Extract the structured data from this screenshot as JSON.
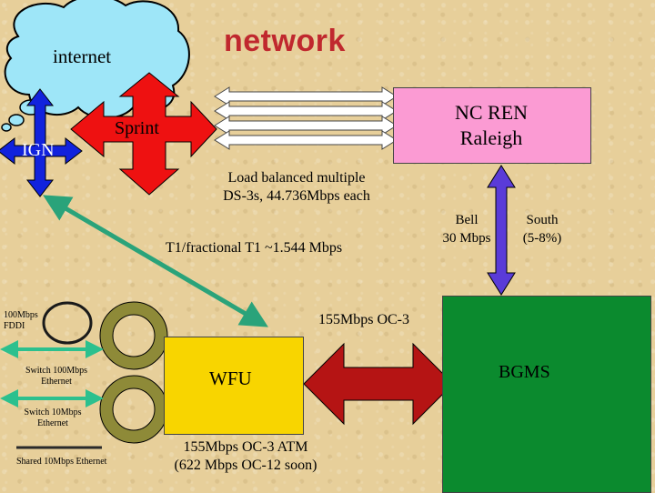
{
  "title": "network",
  "internet": "internet",
  "ign": "IGN",
  "sprint": "Sprint",
  "ncren": {
    "line1": "NC REN",
    "line2": "Raleigh"
  },
  "load_balanced": {
    "line1": "Load balanced multiple",
    "line2": "DS-3s, 44.736Mbps each"
  },
  "bell": {
    "line1": "Bell",
    "line2": "30 Mbps"
  },
  "south": {
    "line1": "South",
    "line2": "(5-8%)"
  },
  "t1": "T1/fractional T1 ~1.544 Mbps",
  "oc3": "155Mbps OC-3",
  "bgms": "BGMS",
  "wfu": "WFU",
  "atm": {
    "line1": "155Mbps OC-3 ATM",
    "line2": "(622 Mbps OC-12 soon)"
  },
  "fddi": {
    "line1": "100Mbps",
    "line2": "FDDI"
  },
  "switch100": {
    "line1": "Switch 100Mbps",
    "line2": "Ethernet"
  },
  "switch10": {
    "line1": "Switch 10Mbps",
    "line2": "Ethernet"
  },
  "shared10": "Shared 10Mbps Ethernet",
  "colors": {
    "title": "#c0282e",
    "cloud": "#9ee6f8",
    "sprint_arrow": "#ee1111",
    "ign_arrow": "#1122dd",
    "ncren_box": "#fb9bd3",
    "bgms_box": "#0b8a2e",
    "wfu_box": "#f8d500",
    "t1_link": "#2aa37a",
    "bell_arrow": "#5a3bd8",
    "atm_arrow": "#b51414",
    "ring": "#8e8a38",
    "lan_arrow": "#2cc08e"
  }
}
